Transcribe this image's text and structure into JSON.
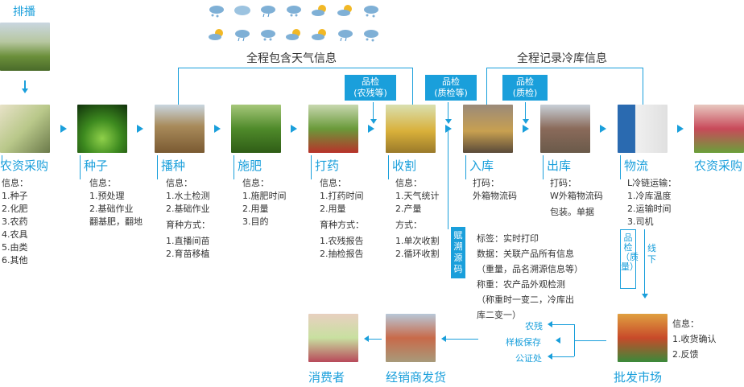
{
  "header": {
    "title": "排播",
    "weather_label": "全程包含天气信息",
    "coldstore_label": "全程记录冷库信息"
  },
  "badges": {
    "qc1": "品检\n(农残等)",
    "qc2": "品检\n(质检等)",
    "qc3": "品检\n(质检)",
    "trace": "赋溯源码",
    "qc_vertical": "品检（质量）",
    "offline": "线下"
  },
  "stages": [
    {
      "name": "农资采购",
      "info": [
        "信息：",
        "1.种子",
        "2.化肥",
        "3.农药",
        "4.农具",
        "5.由类",
        "6.其他"
      ]
    },
    {
      "name": "种子",
      "info": [
        "信息：",
        "1.预处理",
        "2.基础作业",
        "翻基肥，翻地"
      ]
    },
    {
      "name": "播种",
      "info": [
        "信息：",
        "1.水土检测",
        "2.基础作业"
      ],
      "sub_title": "育种方式：",
      "sub": [
        "1.直播间苗",
        "2.育苗移植"
      ]
    },
    {
      "name": "施肥",
      "info": [
        "信息：",
        "1.施肥时间",
        "2.用量",
        "3.目的"
      ]
    },
    {
      "name": "打药",
      "info": [
        "信息：",
        "1.打药时间",
        "2.用量"
      ],
      "sub_title": "育种方式：",
      "sub": [
        "1.农残报告",
        "2.抽检报告"
      ]
    },
    {
      "name": "收割",
      "info": [
        "信息：",
        "1.天气统计",
        "2.产量"
      ],
      "sub_title": "方式：",
      "sub": [
        "1.单次收割",
        "2.循环收割"
      ]
    },
    {
      "name": "入库",
      "info": [
        "打码：",
        "外箱物流码"
      ]
    },
    {
      "name": "出库",
      "info": [
        "打码：",
        "W外箱物流码",
        "包装。单据"
      ]
    },
    {
      "name": "物流",
      "info": [
        "L冷链运输：",
        "1.冷库温度",
        "2.运输时间",
        "3.司机"
      ]
    },
    {
      "name": "农资采购",
      "info": []
    }
  ],
  "label_info": [
    "标签：实时打印",
    "数据：关联产品所有信息",
    "（重量，品名溯源信息等）",
    "称重：农产品外观检测",
    "（称重时一变二，冷库出",
    "库二变一）"
  ],
  "bottom": {
    "consumer": "消费者",
    "distributor": "经销商发货",
    "market": "批发市场",
    "market_info": [
      "信息：",
      "1.收货确认",
      "2.反馈"
    ],
    "branches": [
      "农残",
      "样板保存",
      "公证处"
    ]
  },
  "colors": {
    "accent": "#1a9fdb"
  },
  "icons": [
    "snow-cloud-icon",
    "cloud-icon",
    "sun-cloud-icon",
    "rain-cloud-icon"
  ]
}
